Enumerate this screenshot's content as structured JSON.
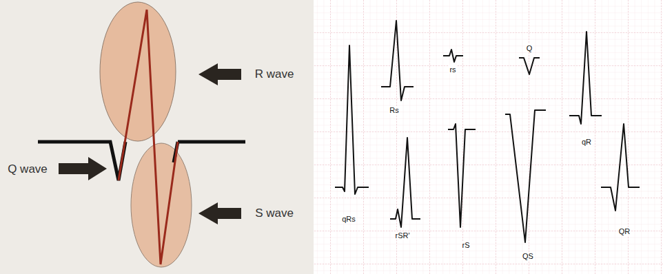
{
  "diagram": {
    "labels": [
      "Q wave",
      "R wave",
      "S wave",
      "Rs",
      "rs",
      "Q",
      "qR",
      "qRs",
      "rSR'",
      "rS",
      "QS",
      "QR"
    ]
  }
}
